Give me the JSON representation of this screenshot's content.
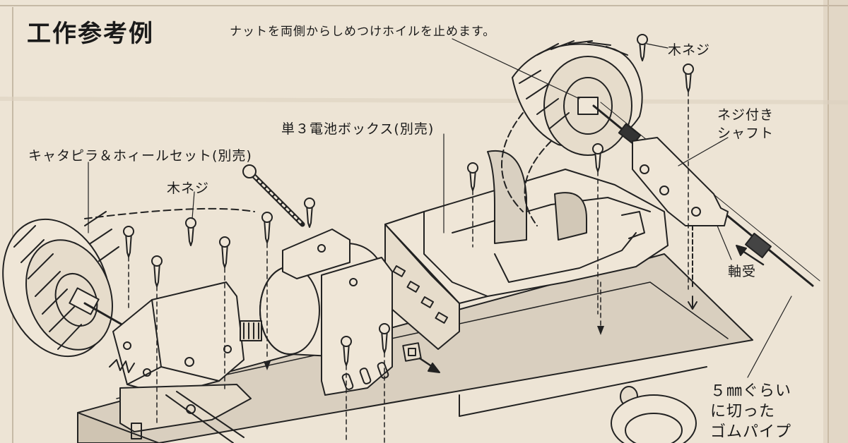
{
  "title": "工作参考例",
  "labels": {
    "nut_note": "ナットを両側からしめつけホイルを止めます。",
    "wood_screw_top": "木ネジ",
    "threaded_shaft_line1": "ネジ付き",
    "threaded_shaft_line2": "シャフト",
    "battery_box": "単３電池ボックス(別売)",
    "caterpillar_set": "キャタピラ＆ホィールセット(別売)",
    "wood_screw_left": "木ネジ",
    "bearing": "軸受",
    "rubber_pipe_line1": "５㎜ぐらい",
    "rubber_pipe_line2": "に切った",
    "rubber_pipe_line3": "ゴムパイプ"
  }
}
